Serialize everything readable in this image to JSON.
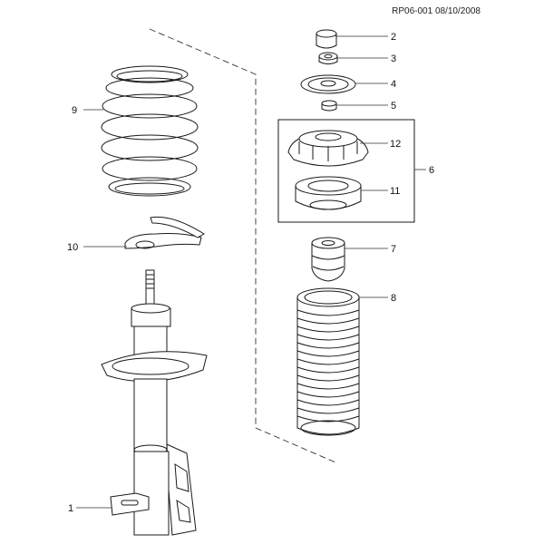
{
  "header": {
    "ref_code": "RP06-001 08/10/2008"
  },
  "callouts": [
    {
      "id": "2",
      "label": "2"
    },
    {
      "id": "3",
      "label": "3"
    },
    {
      "id": "4",
      "label": "4"
    },
    {
      "id": "5",
      "label": "5"
    },
    {
      "id": "12",
      "label": "12"
    },
    {
      "id": "6",
      "label": "6"
    },
    {
      "id": "11",
      "label": "11"
    },
    {
      "id": "7",
      "label": "7"
    },
    {
      "id": "8",
      "label": "8"
    },
    {
      "id": "9",
      "label": "9"
    },
    {
      "id": "10",
      "label": "10"
    },
    {
      "id": "1",
      "label": "1"
    }
  ]
}
